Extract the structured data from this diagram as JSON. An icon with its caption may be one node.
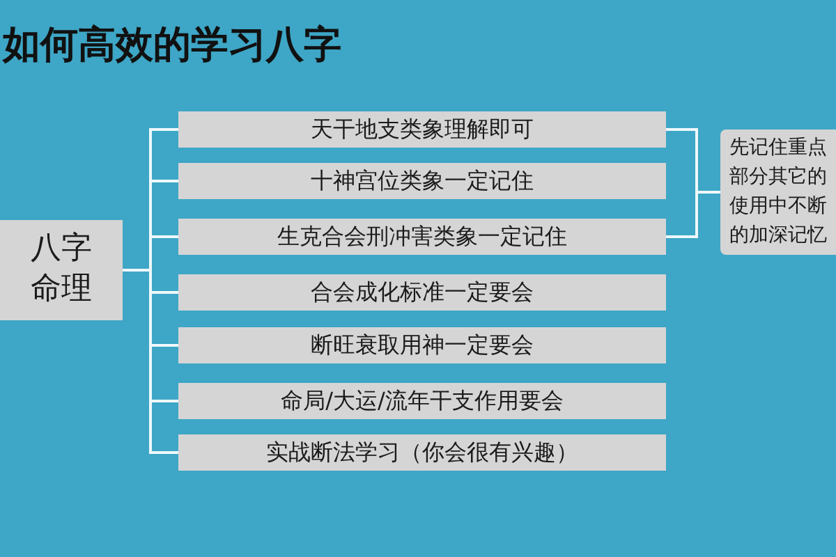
{
  "diagram": {
    "title": "如何高效的学习八字",
    "nodes": [
      {
        "text": [
          "八字命理"
        ]
      },
      {
        "text": [
          "天干地支类象理解即可"
        ]
      },
      {
        "text": [
          "十神宫位类象一定记住"
        ]
      },
      {
        "text": [
          "生克合会刑冲害类象一定记住"
        ]
      },
      {
        "text": [
          "合会成化标准一定要会"
        ]
      },
      {
        "text": [
          "断旺衰取用神一定要会"
        ]
      },
      {
        "text": [
          "命局/大运/流年干支作用要会"
        ]
      },
      {
        "text": [
          "实战断法学习（你会很有兴趣）"
        ]
      },
      {
        "text": [
          "先记住重点部分其它的使用中不断的加深记忆"
        ]
      }
    ],
    "edges": [
      {
        "from": 0,
        "to": 1,
        "arrow": "none"
      },
      {
        "from": 0,
        "to": 2,
        "arrow": "none"
      },
      {
        "from": 0,
        "to": 3,
        "arrow": "none"
      },
      {
        "from": 0,
        "to": 4,
        "arrow": "none"
      },
      {
        "from": 0,
        "to": 5,
        "arrow": "none"
      },
      {
        "from": 0,
        "to": 6,
        "arrow": "none"
      },
      {
        "from": 0,
        "to": 7,
        "arrow": "none"
      },
      {
        "from": 1,
        "to": 8,
        "arrow": "none"
      },
      {
        "from": 3,
        "to": 8,
        "arrow": "none"
      }
    ]
  }
}
